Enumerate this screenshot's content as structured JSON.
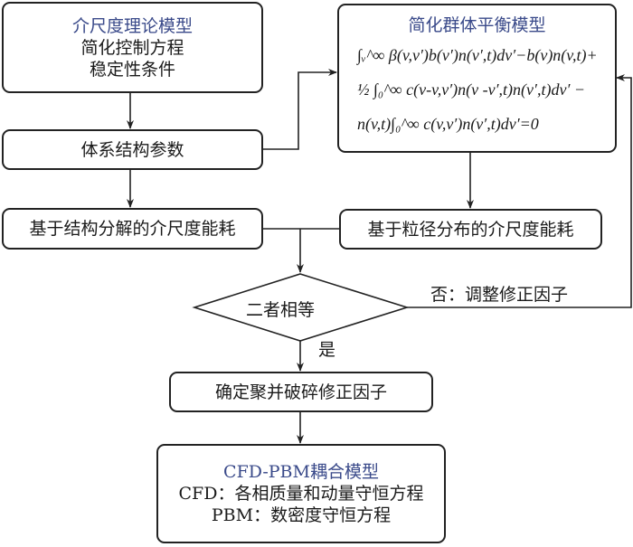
{
  "nodes": {
    "mesoscale_model": {
      "title": "介尺度理论模型",
      "lines": [
        "简化控制方程",
        "稳定性条件"
      ]
    },
    "structure_params": {
      "label": "体系结构参数"
    },
    "energy_structure": {
      "label": "基于结构分解的介尺度能耗"
    },
    "pbm_model": {
      "title": "简化群体平衡模型",
      "equation_lines": [
        "∫ᵥ^∞ β(v,v′)b(v′)n(v′,t)dv′−b(v)n(v,t)+",
        "½ ∫₀^∞ c(v-v,v′)n(v -v′,t)n(v′,t)dv′ −",
        "n(v,t)∫₀^∞ c(v,v′)n(v′,t)dv′=0"
      ]
    },
    "energy_psd": {
      "label": "基于粒径分布的介尺度能耗"
    },
    "decision": {
      "label": "二者相等"
    },
    "correction": {
      "label": "确定聚并破碎修正因子"
    },
    "cfd_pbm": {
      "title": "CFD-PBM耦合模型",
      "lines": [
        "CFD：各相质量和动量守恒方程",
        "PBM：数密度守恒方程"
      ]
    }
  },
  "edge_labels": {
    "no": "否：调整修正因子",
    "yes": "是"
  },
  "colors": {
    "title": "#3a4a8a",
    "line": "#222222"
  }
}
